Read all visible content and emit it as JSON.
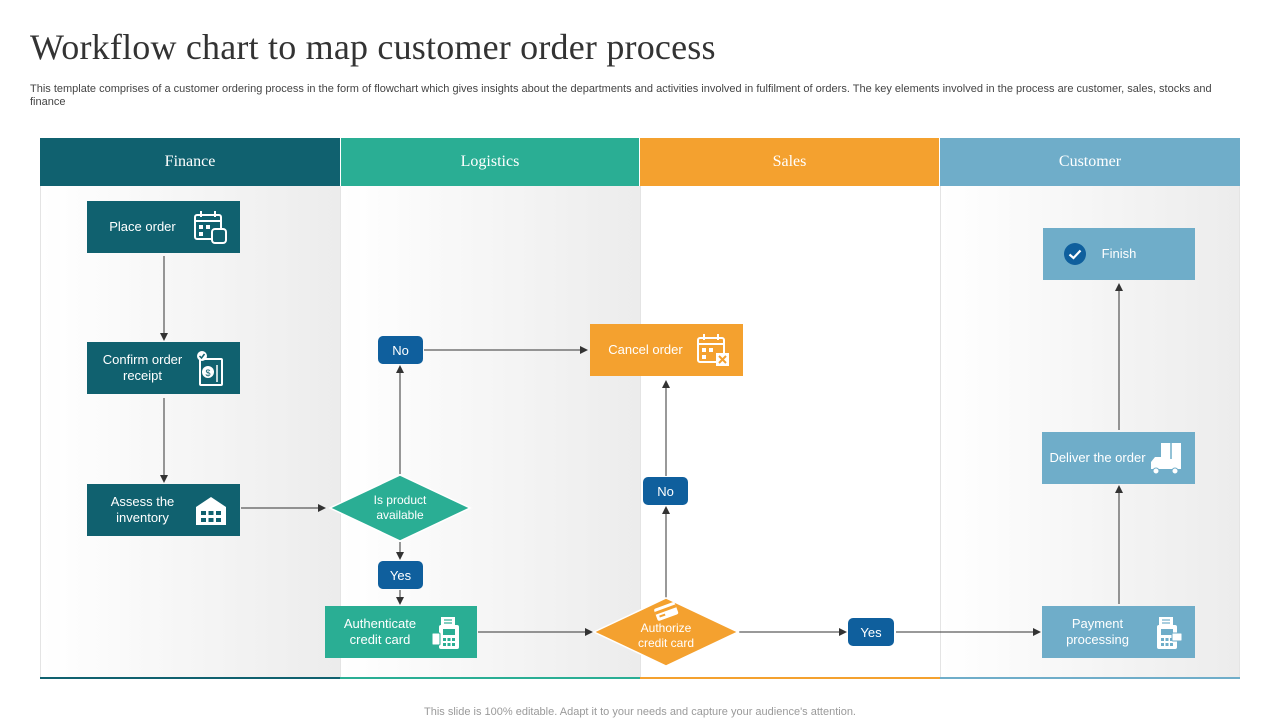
{
  "title": "Workflow chart to map customer order process",
  "subtitle": "This template comprises of a customer ordering process in the form of flowchart which gives insights about the departments and activities involved in fulfilment of orders. The key elements involved in the process are customer, sales, stocks and finance",
  "lanes": [
    {
      "label": "Finance",
      "color": "#10616f"
    },
    {
      "label": "Logistics",
      "color": "#2aae94"
    },
    {
      "label": "Sales",
      "color": "#f4a12f"
    },
    {
      "label": "Customer",
      "color": "#6fadc9"
    }
  ],
  "nodes": {
    "place_order": {
      "label": "Place order",
      "icon": "calendar-icon"
    },
    "confirm_order": {
      "label": "Confirm  order receipt",
      "icon": "receipt-icon"
    },
    "assess_inventory": {
      "label": "Assess the inventory",
      "icon": "warehouse-icon"
    },
    "is_product_available": {
      "label": "Is product available"
    },
    "authenticate_card": {
      "label": "Authenticate credit card",
      "icon": "card-reader-icon"
    },
    "cancel_order": {
      "label": "Cancel order",
      "icon": "calendar-cancel-icon"
    },
    "authorize_card": {
      "label": "Authorize credit card",
      "icon": "credit-card-icon"
    },
    "payment_processing": {
      "label": "Payment processing",
      "icon": "card-reader-icon"
    },
    "deliver_order": {
      "label": "Deliver the order",
      "icon": "delivery-truck-icon"
    },
    "finish": {
      "label": "Finish",
      "icon": "check-circle-icon"
    }
  },
  "decisions": {
    "no_logistics": "No",
    "yes_logistics": "Yes",
    "no_sales": "No",
    "yes_sales": "Yes"
  },
  "footer": "This slide is 100% editable. Adapt it to your needs and capture your audience's attention."
}
